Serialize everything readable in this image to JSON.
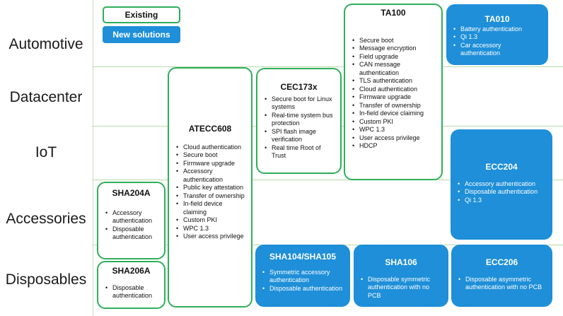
{
  "legend": {
    "existing": "Existing",
    "new": "New solutions"
  },
  "rows": [
    "Automotive",
    "Datacenter",
    "IoT",
    "Accessories",
    "Disposables"
  ],
  "products": {
    "ta100": {
      "title": "TA100",
      "features": [
        "Secure boot",
        "Message encryption",
        "Field upgrade",
        "CAN message authentication",
        "TLS authentication",
        "Cloud authentication",
        "Firmware upgrade",
        "Transfer of ownership",
        "In-field device claiming",
        "Custom PKI",
        "WPC 1.3",
        "User access privilege",
        "HDCP"
      ]
    },
    "ta010": {
      "title": "TA010",
      "features": [
        "Battery authentication",
        "Qi 1.3",
        "Car accessory authentication"
      ]
    },
    "atecc608": {
      "title": "ATECC608",
      "features": [
        "Cloud authentication",
        "Secure boot",
        "Firmware upgrade",
        "Accessory authentication",
        "Public key attestation",
        "Transfer of ownership",
        "In-field device claiming",
        "Custom PKI",
        "WPC 1.3",
        "User access privilege"
      ]
    },
    "cec173x": {
      "title": "CEC173x",
      "features": [
        "Secure boot for Linux systems",
        "Real-time system bus protection",
        "SPI flash image verification",
        "Real time Root of Trust"
      ]
    },
    "ecc204": {
      "title": "ECC204",
      "features": [
        "Accessory authentication",
        "Disposable authentication",
        "Qi 1.3"
      ]
    },
    "sha204a": {
      "title": "SHA204A",
      "features": [
        "Accessory authentication",
        "Disposable authentication"
      ]
    },
    "sha206a": {
      "title": "SHA206A",
      "features": [
        "Disposable authentication"
      ]
    },
    "sha104": {
      "title": "SHA104/SHA105",
      "features": [
        "Symmetric accessory authentication",
        "Disposable authentication"
      ]
    },
    "sha106": {
      "title": "SHA106",
      "features": [
        "Disposable symmetric authentication with no PCB"
      ]
    },
    "ecc206": {
      "title": "ECC206",
      "features": [
        "Disposable asymmetric authentication with no PCB"
      ]
    }
  },
  "colors": {
    "existing_border": "#2fae5a",
    "new_fill": "#1e8fd8",
    "grid": "#b8d9a8"
  }
}
